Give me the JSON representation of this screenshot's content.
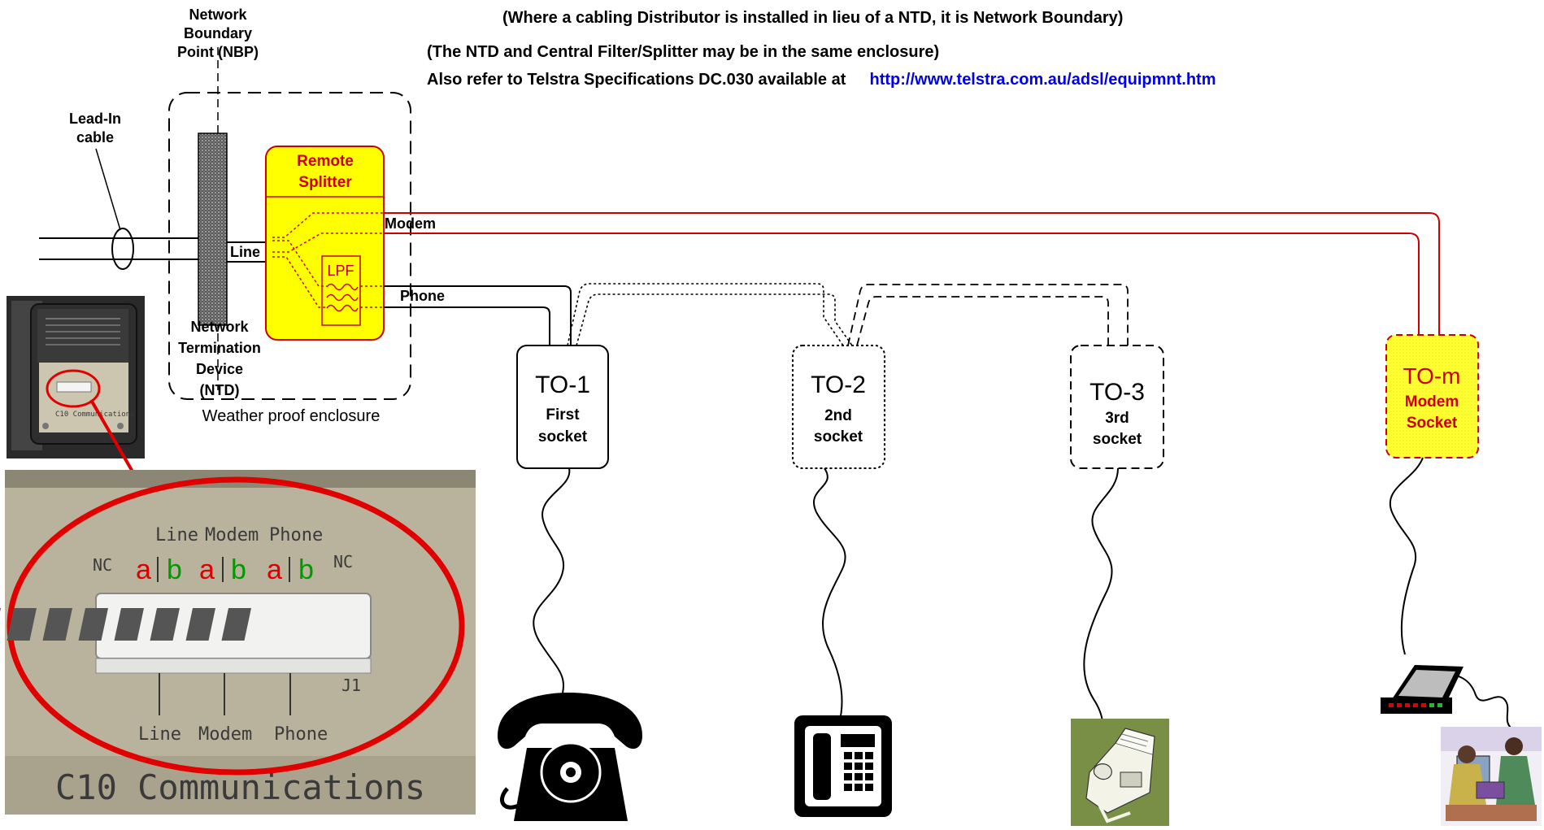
{
  "header": {
    "line1": "(Where a cabling Distributor is installed in lieu of a NTD, it is Network Boundary)",
    "line2": "(The NTD and Central Filter/Splitter may be in the same enclosure)",
    "line3_prefix": "Also refer to Telstra Specifications DC.030 available at",
    "link": "http://www.telstra.com.au/adsl/equipmnt.htm"
  },
  "nbp": {
    "line1": "Network",
    "line2": "Boundary",
    "line3": "Point (NBP)"
  },
  "lead_in": {
    "line1": "Lead-In",
    "line2": "cable"
  },
  "splitter": {
    "line1": "Remote",
    "line2": "Splitter",
    "lpf": "LPF"
  },
  "wires": {
    "line": "Line",
    "modem": "Modem",
    "phone": "Phone"
  },
  "ntd": {
    "line1": "Network",
    "line2": "Termination",
    "line3": "Device",
    "line4": "(NTD)"
  },
  "enclosure_label": "Weather proof enclosure",
  "outlets": [
    {
      "id": "TO-1",
      "line1": "First",
      "line2": "socket"
    },
    {
      "id": "TO-2",
      "line1": "2nd",
      "line2": "socket"
    },
    {
      "id": "TO-3",
      "line1": "3rd",
      "line2": "socket"
    },
    {
      "id": "TO-m",
      "line1": "Modem",
      "line2": "Socket"
    }
  ],
  "photo": {
    "top_labels": [
      "Line",
      "Modem",
      "Phone"
    ],
    "nc_left": "NC",
    "nc_right": "NC",
    "pins": [
      "a",
      "b",
      "a",
      "b",
      "a",
      "b"
    ],
    "bottom_labels": [
      "Line",
      "Modem",
      "Phone"
    ],
    "j1": "J1",
    "brand": "C10 Communications",
    "small_caption": "C10 Communications"
  },
  "colors": {
    "splitter_fill": "#ffff00",
    "splitter_border": "#cc0000",
    "modem_wire": "#cc0000",
    "link": "#0000ee",
    "ellipse": "#e00000",
    "pin_a": "#dd0000",
    "pin_b": "#009900"
  }
}
